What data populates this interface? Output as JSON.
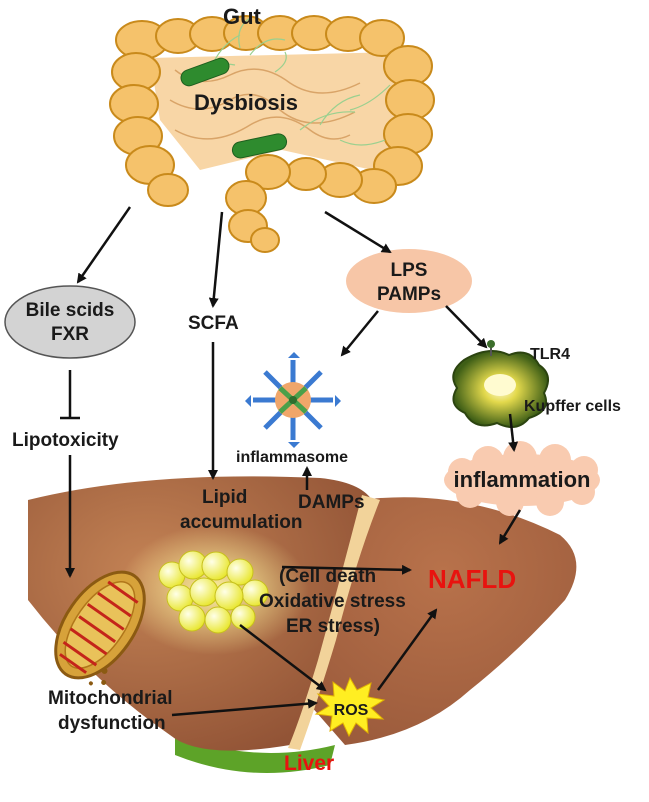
{
  "colors": {
    "gut_fill": "#f5cf8d",
    "gut_outline": "#c98a1b",
    "liver_fill": "#a0603f",
    "liver_highlight": "#c48355",
    "lps_fill": "#f7c6a7",
    "bile_fill": "#d3d3d3",
    "inflammation_fill": "#f9cbb0",
    "ros_fill": "#ffee22",
    "accent_red": "#e8130f",
    "bacteria_green": "#2e8b2e"
  },
  "labels": {
    "gut": "Gut",
    "dysbiosis": "Dysbiosis",
    "bile_line1": "Bile scids",
    "bile_line2": "FXR",
    "scfa": "SCFA",
    "lps_line1": "LPS",
    "lps_line2": "PAMPs",
    "tlr4": "TLR4",
    "kupffer": "Kupffer cells",
    "inflammasome": "inflammasome",
    "inflammation": "inflammation",
    "lipotoxicity": "Lipotoxicity",
    "lipid_line1": "Lipid",
    "lipid_line2": "accumulation",
    "damps": "DAMPs",
    "nafld": "NAFLD",
    "stress_line1": "(Cell death",
    "stress_line2": "Oxidative stress",
    "stress_line3": "ER stress)",
    "ros": "ROS",
    "mito_line1": "Mitochondrial",
    "mito_line2": "dysfunction",
    "liver": "Liver"
  },
  "icons": [
    "gut-intestine-icon",
    "bacteria-icon",
    "inflammasome-icon",
    "kupffer-cell-icon",
    "lipid-droplets-icon",
    "mitochondrion-icon",
    "ros-burst-icon",
    "liver-organ-icon"
  ]
}
